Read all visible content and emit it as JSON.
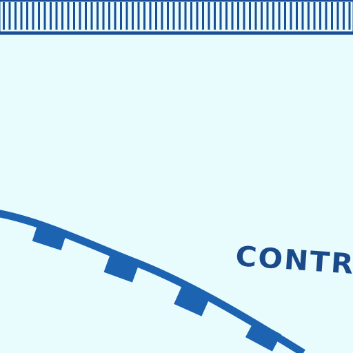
{
  "image": {
    "label_text": "CONTR",
    "colors": {
      "background": "#e8fbfd",
      "ruler_ink": "#1a4f95",
      "line_ink": "#1c64b2",
      "label_ink": "#1b4a8a"
    },
    "elements": {
      "scale_bar": "tick-scale-bar",
      "boundary_line": "dashed-block-boundary-line"
    }
  }
}
